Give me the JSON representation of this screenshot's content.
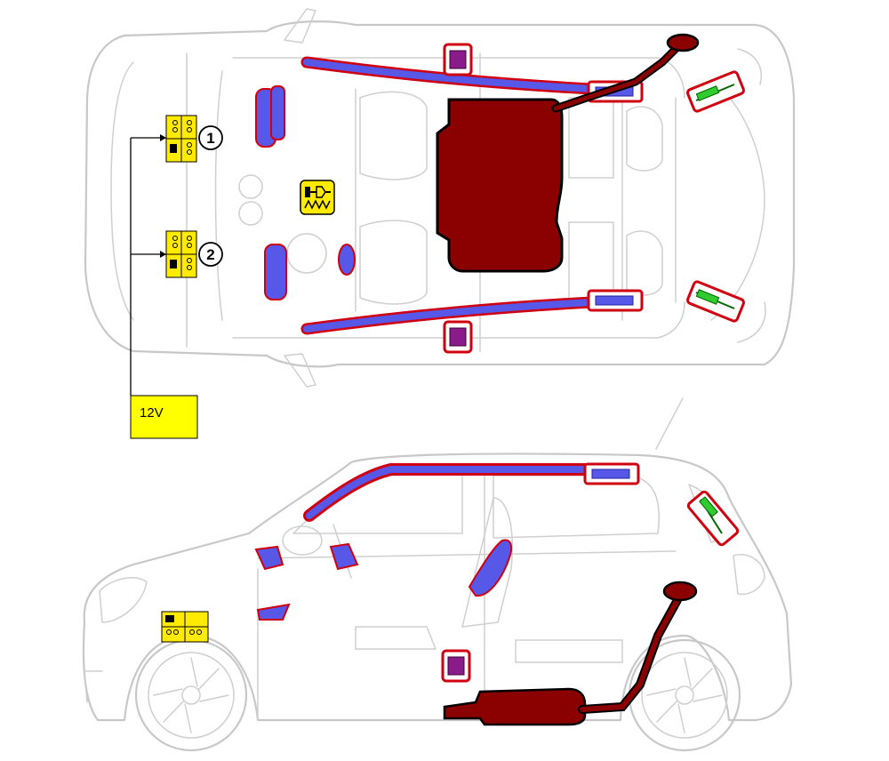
{
  "callouts": [
    {
      "number": "1"
    },
    {
      "number": "2"
    }
  ],
  "voltage_label": "12V",
  "colors": {
    "car_outline": "#c8c8c8",
    "battery_yellow": "#ffeb00",
    "airbag_blue": "#5858e8",
    "highlight_red": "#d00010",
    "fuel_darkred": "#8b0000",
    "sensor_purple": "#8a1c8a",
    "strut_green": "#2ecc2e",
    "label_box_yellow": "#ffff00"
  },
  "icons": [
    "battery-icon",
    "pyrotechnic-unit-icon",
    "airbag-icon",
    "curtain-airbag-icon",
    "gas-generator-icon",
    "crash-sensor-icon",
    "gas-strut-icon",
    "fuel-tank-icon",
    "fuel-filler-icon",
    "exhaust-icon"
  ]
}
